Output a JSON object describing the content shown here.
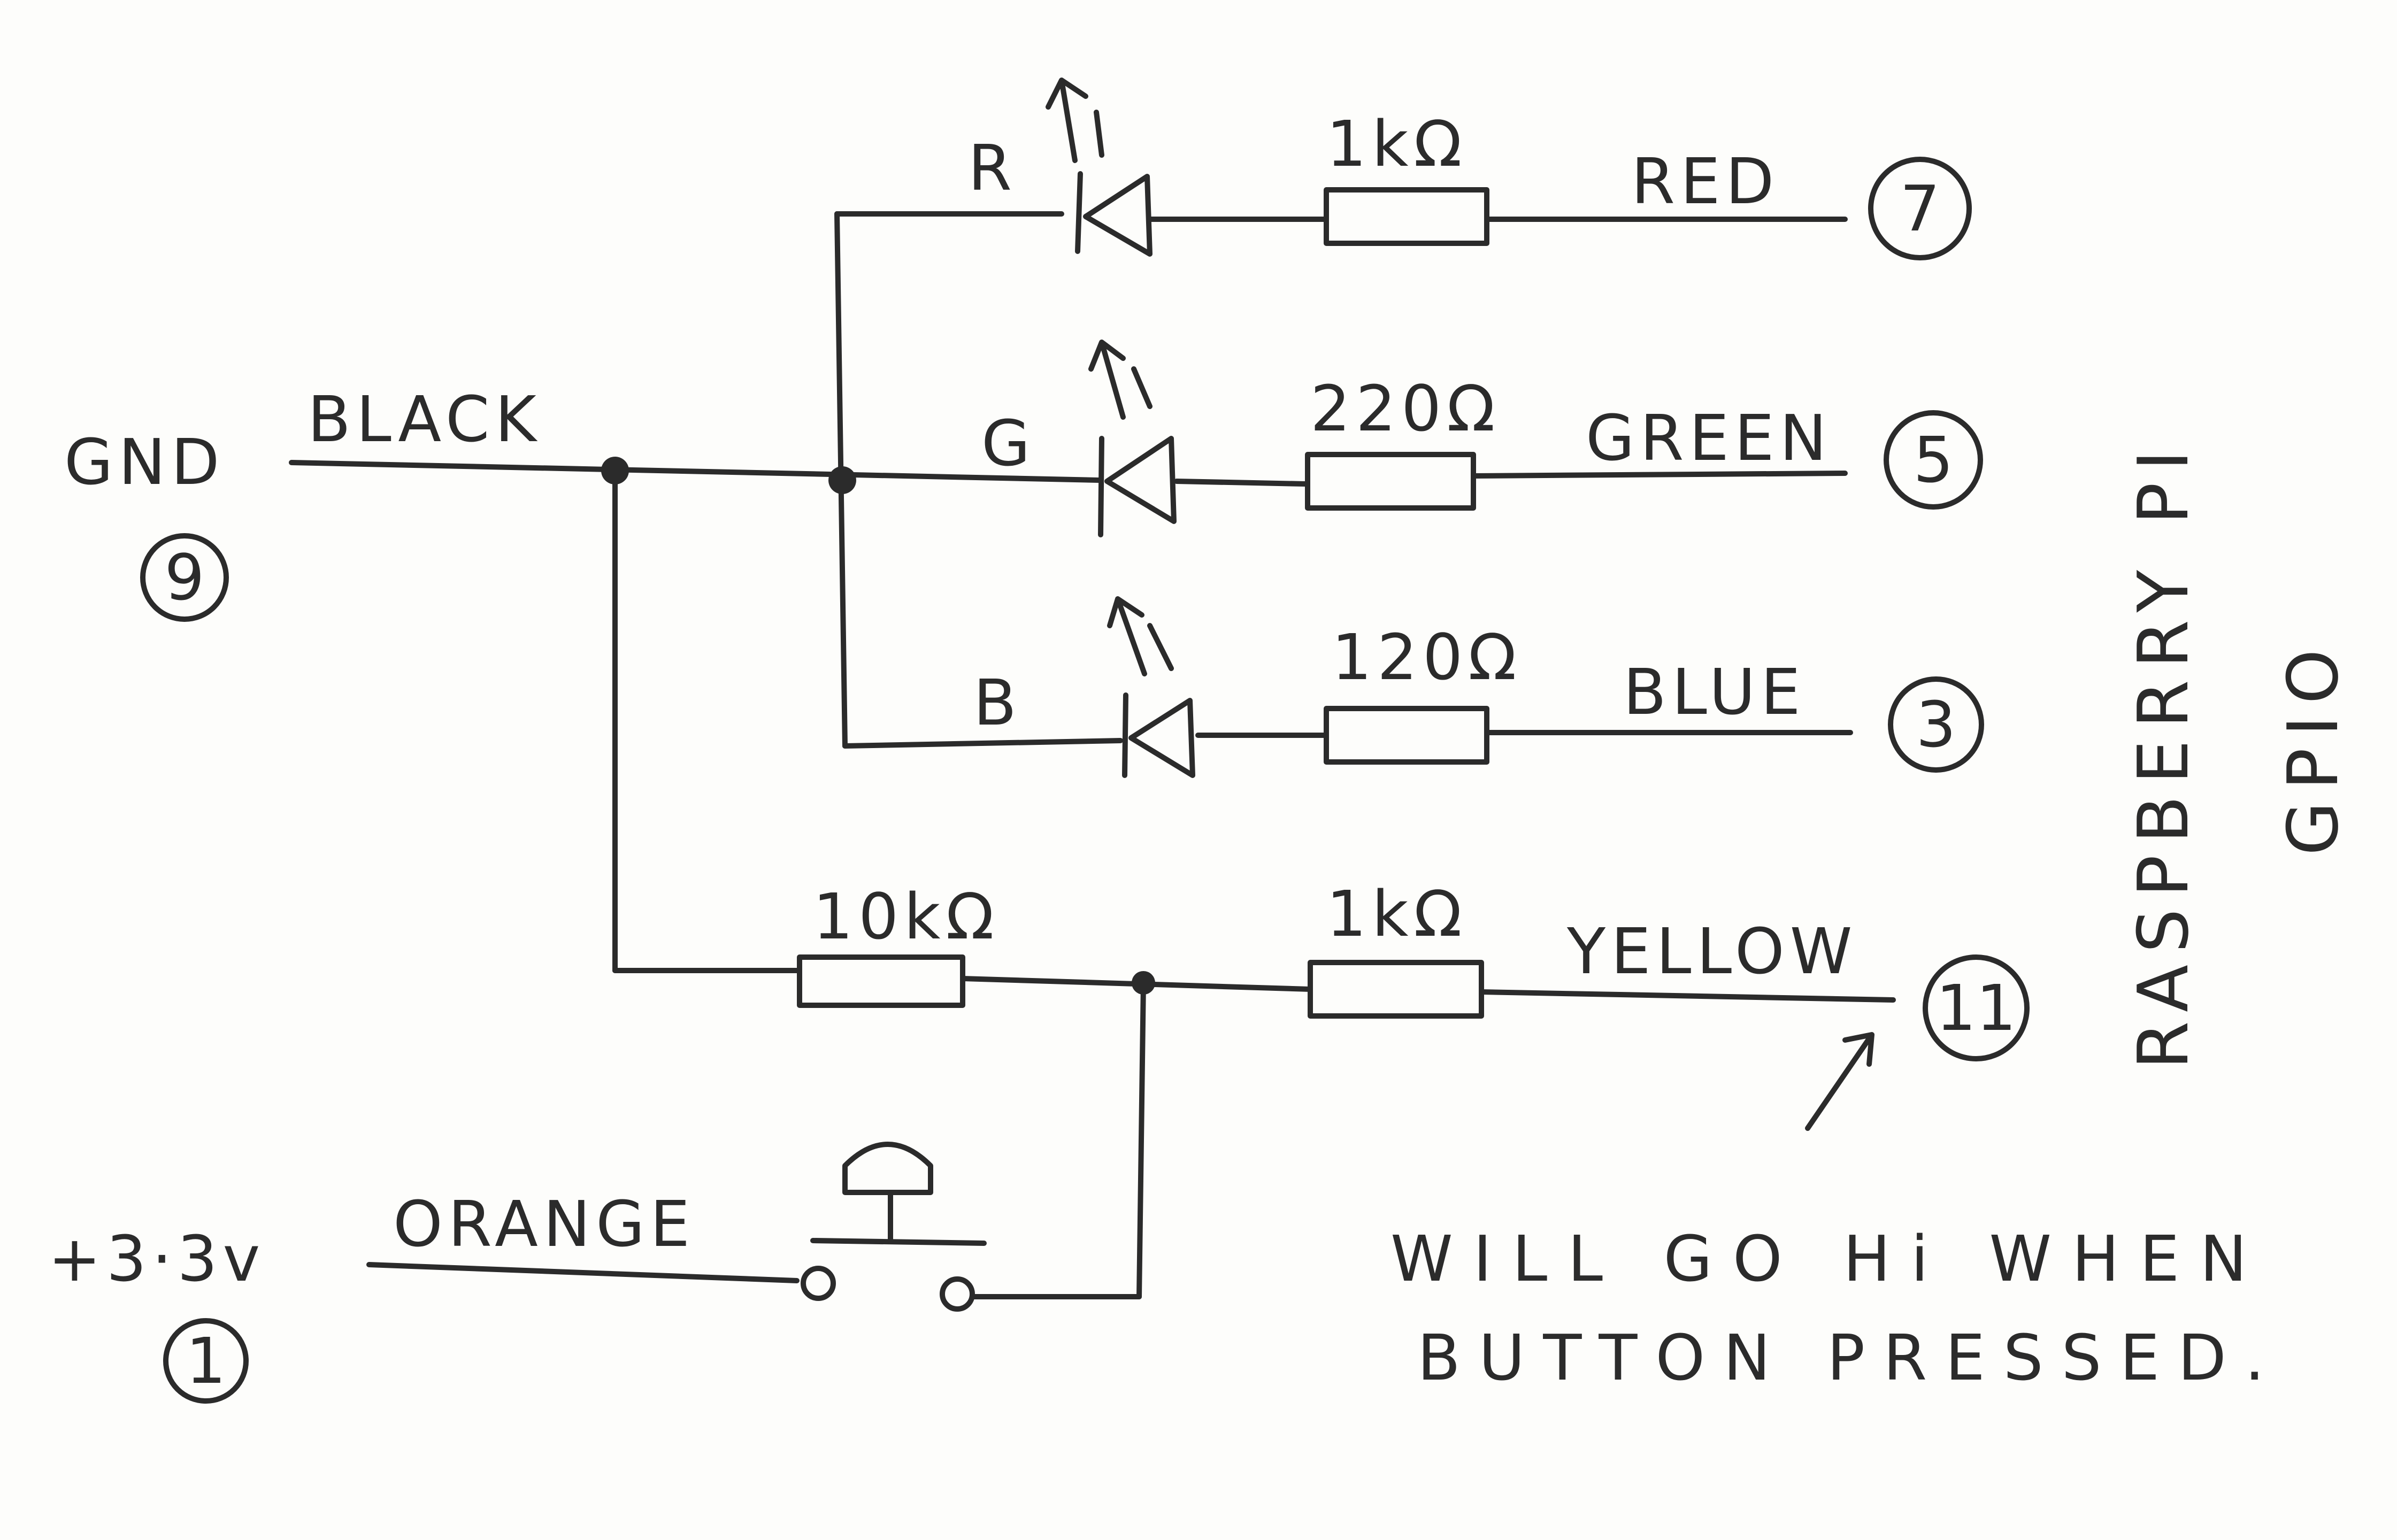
{
  "labels": {
    "gnd": "GND",
    "black": "BLACK",
    "plus33v": "+3·3v",
    "orange": "ORANGE",
    "r": "R",
    "g": "G",
    "b": "B",
    "res_red": "1kΩ",
    "res_green": "220Ω",
    "res_blue": "120Ω",
    "res_pulldown": "10kΩ",
    "res_yellow": "1kΩ",
    "wire_red": "RED",
    "wire_green": "GREEN",
    "wire_blue": "BLUE",
    "wire_yellow": "YELLOW",
    "rpi": "RASPBERRY PI",
    "gpio": "GPIO",
    "note_line1": "WILL GO Hi WHEN",
    "note_line2": "BUTTON PRESSED."
  },
  "pins": {
    "gnd": "9",
    "v33": "1",
    "red": "7",
    "green": "5",
    "blue": "3",
    "yellow": "11"
  },
  "colors": {
    "ink": "#2b2b2b",
    "paper": "#fdfdfb"
  }
}
